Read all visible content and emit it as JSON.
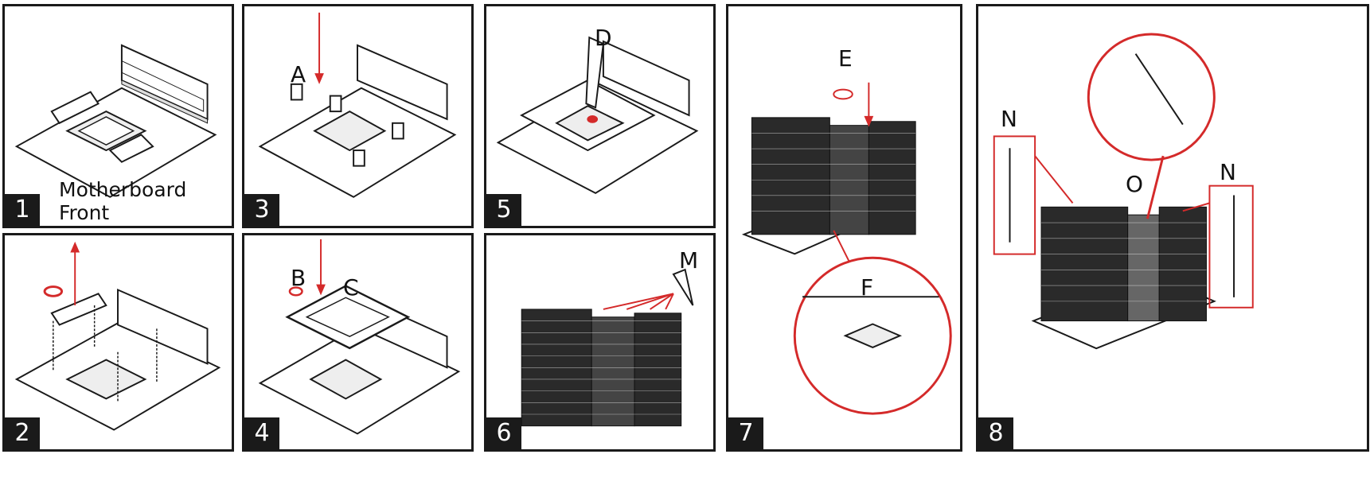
{
  "steps": {
    "s1": "1",
    "s2": "2",
    "s3": "3",
    "s4": "4",
    "s5": "5",
    "s6": "6",
    "s7": "7",
    "s8": "8"
  },
  "caption1": "Motherboard Front",
  "labels": {
    "A": "A",
    "B": "B",
    "C": "C",
    "D": "D",
    "E": "E",
    "F": "F",
    "M": "M",
    "N": "N",
    "O": "O"
  },
  "colors": {
    "line": "#1a1a1a",
    "accent": "#d42a2a"
  }
}
